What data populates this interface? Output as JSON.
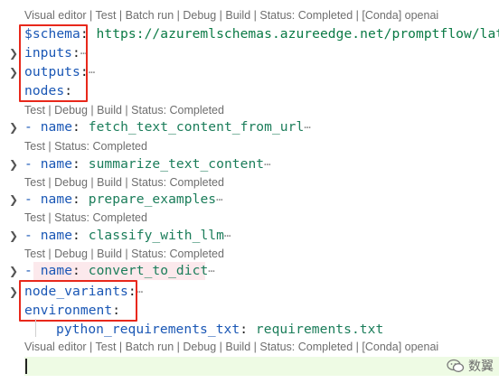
{
  "editor": {
    "top_lens": "Visual editor | Test | Batch run | Debug | Build | Status: Completed | [Conda] openai",
    "lines": {
      "schema": {
        "key": "$schema",
        "colon": ":",
        "value": "https://azuremlschemas.azureedge.net/promptflow/late"
      },
      "inputs": {
        "key": "inputs",
        "colon": ":",
        "ellipsis": "⋯"
      },
      "outputs": {
        "key": "outputs",
        "colon": ":",
        "ellipsis": "⋯"
      },
      "nodes": {
        "key": "nodes",
        "colon": ":"
      }
    },
    "node_list": [
      {
        "lens": "Test | Debug | Build | Status: Completed",
        "dash": "- ",
        "name_key": "name",
        "colon": ":",
        "value": "fetch_text_content_from_url",
        "ellipsis": "⋯"
      },
      {
        "lens": "Test | Status: Completed",
        "dash": "- ",
        "name_key": "name",
        "colon": ":",
        "value": "summarize_text_content",
        "ellipsis": "⋯"
      },
      {
        "lens": "Test | Debug | Build | Status: Completed",
        "dash": "- ",
        "name_key": "name",
        "colon": ":",
        "value": "prepare_examples",
        "ellipsis": "⋯"
      },
      {
        "lens": "Test | Status: Completed",
        "dash": "- ",
        "name_key": "name",
        "colon": ":",
        "value": "classify_with_llm",
        "ellipsis": "⋯"
      },
      {
        "lens": "Test | Debug | Build | Status: Completed",
        "dash": "- ",
        "name_key": "name",
        "colon": ":",
        "value": "convert_to_dict",
        "ellipsis": "⋯"
      }
    ],
    "node_variants": {
      "key": "node_variants",
      "colon": ":",
      "ellipsis": "⋯"
    },
    "environment": {
      "key": "environment",
      "colon": ":"
    },
    "python_req": {
      "key": "python_requirements_txt",
      "colon": ":",
      "value": "requirements.txt"
    },
    "bottom_lens": "Visual editor | Test | Batch run | Debug | Build | Status: Completed | [Conda] openai"
  },
  "icons": {
    "fold": "chevron-right-icon"
  },
  "watermark": {
    "right_text": "数翼"
  },
  "colors": {
    "key": "#1a57b5",
    "string": "#0a7a45",
    "highlight_box": "#e8281b",
    "lens": "#6e6e6e"
  }
}
